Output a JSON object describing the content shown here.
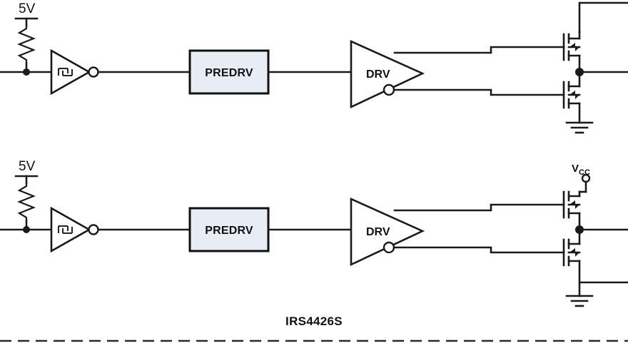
{
  "diagram": {
    "title": "IRS4426S",
    "part_label": "IRS4426S",
    "supply_label_1": "5V",
    "supply_label_2": "5V",
    "vcc_label": "V",
    "vcc_sub": "CC",
    "colors": {
      "line": "#1a1a1a",
      "block_fill": "#e7ecf5",
      "block_border": "#111111",
      "background": "#ffffff",
      "dash_boundary": "#2a2a2a"
    },
    "channels": [
      {
        "name": "channel-upper",
        "input_supply": "5V",
        "schmitt_label": "schmitt-trigger-inverter",
        "predriver_label": "PREDRV",
        "driver_label": "DRV",
        "high_side_device": "p-channel-mosfet",
        "low_side_device": "n-channel-mosfet",
        "ground": "ground-symbol"
      },
      {
        "name": "channel-lower",
        "input_supply": "5V",
        "schmitt_label": "schmitt-trigger-inverter",
        "predriver_label": "PREDRV",
        "driver_label": "DRV",
        "high_side_device": "p-channel-mosfet",
        "low_side_device": "n-channel-mosfet",
        "ground": "ground-symbol"
      }
    ],
    "icons": {
      "resistor": "resistor-icon",
      "junction": "junction-dot-icon",
      "inverter_bubble": "inverting-bubble-icon",
      "mosfet": "mosfet-icon",
      "ground": "ground-icon",
      "terminal": "open-terminal-icon"
    },
    "boundary": "device-boundary-dashed-line"
  }
}
